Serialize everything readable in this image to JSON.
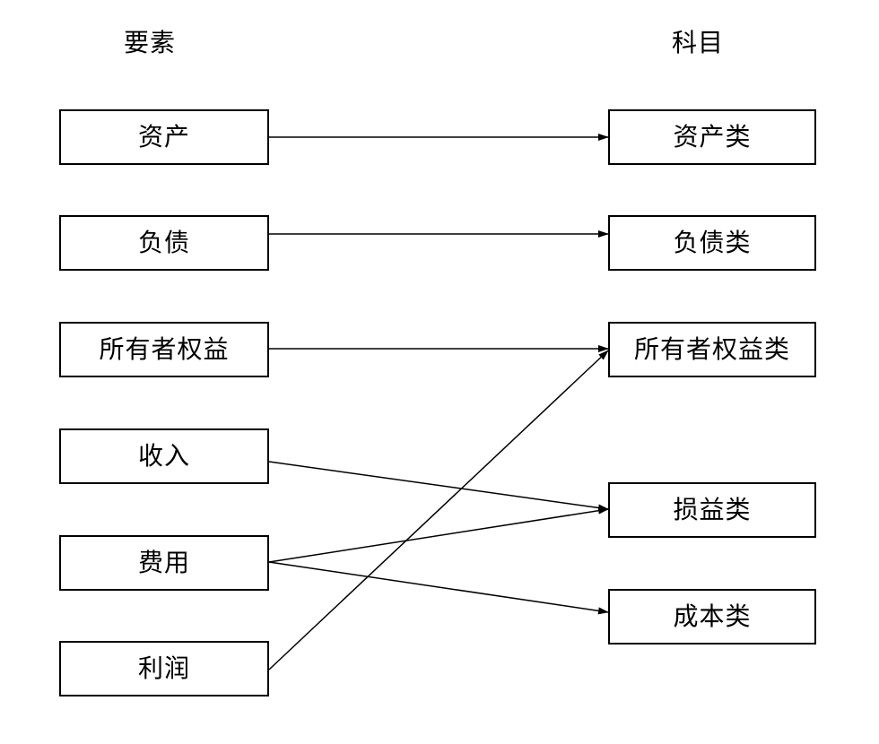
{
  "headers": {
    "left": "要素",
    "right": "科目"
  },
  "elements": [
    {
      "label": "资产"
    },
    {
      "label": "负债"
    },
    {
      "label": "所有者权益"
    },
    {
      "label": "收入"
    },
    {
      "label": "费用"
    },
    {
      "label": "利润"
    }
  ],
  "accounts": [
    {
      "label": "资产类"
    },
    {
      "label": "负债类"
    },
    {
      "label": "所有者权益类"
    },
    {
      "label": "损益类"
    },
    {
      "label": "成本类"
    }
  ],
  "mappings": [
    {
      "from": "资产",
      "to": "资产类"
    },
    {
      "from": "负债",
      "to": "负债类"
    },
    {
      "from": "所有者权益",
      "to": "所有者权益类"
    },
    {
      "from": "收入",
      "to": "损益类"
    },
    {
      "from": "费用",
      "to": "损益类"
    },
    {
      "from": "费用",
      "to": "成本类"
    },
    {
      "from": "利润",
      "to": "所有者权益类"
    }
  ],
  "colors": {
    "line": "#000000",
    "border": "#000000",
    "background": "#ffffff"
  }
}
